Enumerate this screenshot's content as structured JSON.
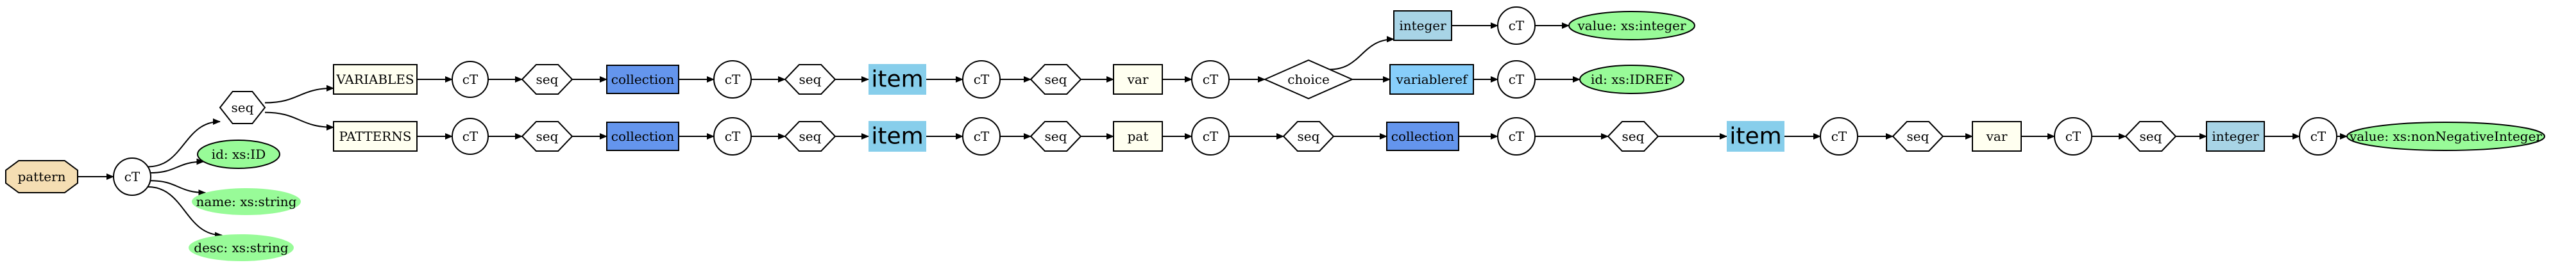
{
  "colors": {
    "pattern": "#f5deb3",
    "ellipse_fill": "#ffffff",
    "hex_fill": "#ffffff",
    "box_light": "#fffff0",
    "collection": "#6495ed",
    "item": "#87ceeb",
    "integer": "#a8d4e6",
    "variableref": "#87cefa",
    "attr": "#98fb98"
  },
  "nodes": [
    {
      "id": "pattern",
      "shape": "octagon",
      "label": "pattern",
      "fill": "pattern"
    },
    {
      "id": "ct0",
      "shape": "ellipse",
      "label": "cT"
    },
    {
      "id": "seq0",
      "shape": "hexagon",
      "label": "seq"
    },
    {
      "id": "a_id",
      "shape": "attr",
      "label": "id: xs:ID"
    },
    {
      "id": "a_name",
      "shape": "attr-bare",
      "label": "name: xs:string"
    },
    {
      "id": "a_desc",
      "shape": "attr-bare",
      "label": "desc: xs:string"
    },
    {
      "id": "vars",
      "shape": "box",
      "label": "VARIABLES",
      "fill": "box_light"
    },
    {
      "id": "v_ct1",
      "shape": "ellipse",
      "label": "cT"
    },
    {
      "id": "v_seq1",
      "shape": "hexagon",
      "label": "seq"
    },
    {
      "id": "v_coll",
      "shape": "box",
      "label": "collection",
      "fill": "collection"
    },
    {
      "id": "v_ct2",
      "shape": "ellipse",
      "label": "cT"
    },
    {
      "id": "v_seq2",
      "shape": "hexagon",
      "label": "seq"
    },
    {
      "id": "v_item",
      "shape": "item",
      "label": "item",
      "fill": "item"
    },
    {
      "id": "v_ct3",
      "shape": "ellipse",
      "label": "cT"
    },
    {
      "id": "v_seq3",
      "shape": "hexagon",
      "label": "seq"
    },
    {
      "id": "v_var",
      "shape": "box",
      "label": "var",
      "fill": "box_light"
    },
    {
      "id": "v_ct4",
      "shape": "ellipse",
      "label": "cT"
    },
    {
      "id": "v_choice",
      "shape": "diamond",
      "label": "choice"
    },
    {
      "id": "v_int",
      "shape": "box",
      "label": "integer",
      "fill": "integer"
    },
    {
      "id": "v_ct5",
      "shape": "ellipse",
      "label": "cT"
    },
    {
      "id": "v_val",
      "shape": "attr",
      "label": "value: xs:integer"
    },
    {
      "id": "v_vref",
      "shape": "box",
      "label": "variableref",
      "fill": "variableref"
    },
    {
      "id": "v_ct6",
      "shape": "ellipse",
      "label": "cT"
    },
    {
      "id": "v_idref",
      "shape": "attr",
      "label": "id: xs:IDREF"
    },
    {
      "id": "pats",
      "shape": "box",
      "label": "PATTERNS",
      "fill": "box_light"
    },
    {
      "id": "p_ct1",
      "shape": "ellipse",
      "label": "cT"
    },
    {
      "id": "p_seq1",
      "shape": "hexagon",
      "label": "seq"
    },
    {
      "id": "p_coll",
      "shape": "box",
      "label": "collection",
      "fill": "collection"
    },
    {
      "id": "p_ct2",
      "shape": "ellipse",
      "label": "cT"
    },
    {
      "id": "p_seq2",
      "shape": "hexagon",
      "label": "seq"
    },
    {
      "id": "p_item",
      "shape": "item",
      "label": "item",
      "fill": "item"
    },
    {
      "id": "p_ct3",
      "shape": "ellipse",
      "label": "cT"
    },
    {
      "id": "p_seq3",
      "shape": "hexagon",
      "label": "seq"
    },
    {
      "id": "p_pat",
      "shape": "box",
      "label": "pat",
      "fill": "box_light"
    },
    {
      "id": "p_ct4",
      "shape": "ellipse",
      "label": "cT"
    },
    {
      "id": "p_seq4",
      "shape": "hexagon",
      "label": "seq"
    },
    {
      "id": "p_coll2",
      "shape": "box",
      "label": "collection",
      "fill": "collection"
    },
    {
      "id": "p_ct5",
      "shape": "ellipse",
      "label": "cT"
    },
    {
      "id": "p_seq5",
      "shape": "hexagon",
      "label": "seq"
    },
    {
      "id": "p_item2",
      "shape": "item",
      "label": "item",
      "fill": "item"
    },
    {
      "id": "p_ct6",
      "shape": "ellipse",
      "label": "cT"
    },
    {
      "id": "p_seq6",
      "shape": "hexagon",
      "label": "seq"
    },
    {
      "id": "p_var",
      "shape": "box",
      "label": "var",
      "fill": "box_light"
    },
    {
      "id": "p_ct7",
      "shape": "ellipse",
      "label": "cT"
    },
    {
      "id": "p_seq7",
      "shape": "hexagon",
      "label": "seq"
    },
    {
      "id": "p_int",
      "shape": "box",
      "label": "integer",
      "fill": "integer"
    },
    {
      "id": "p_ct8",
      "shape": "ellipse",
      "label": "cT"
    },
    {
      "id": "p_val",
      "shape": "attr",
      "label": "value: xs:nonNegativeInteger"
    }
  ],
  "edges": [
    [
      "pattern",
      "ct0"
    ],
    [
      "ct0",
      "seq0"
    ],
    [
      "ct0",
      "a_id"
    ],
    [
      "ct0",
      "a_name"
    ],
    [
      "ct0",
      "a_desc"
    ],
    [
      "seq0",
      "vars"
    ],
    [
      "seq0",
      "pats"
    ],
    [
      "vars",
      "v_ct1"
    ],
    [
      "v_ct1",
      "v_seq1"
    ],
    [
      "v_seq1",
      "v_coll"
    ],
    [
      "v_coll",
      "v_ct2"
    ],
    [
      "v_ct2",
      "v_seq2"
    ],
    [
      "v_seq2",
      "v_item"
    ],
    [
      "v_item",
      "v_ct3"
    ],
    [
      "v_ct3",
      "v_seq3"
    ],
    [
      "v_seq3",
      "v_var"
    ],
    [
      "v_var",
      "v_ct4"
    ],
    [
      "v_ct4",
      "v_choice"
    ],
    [
      "v_choice",
      "v_int"
    ],
    [
      "v_choice",
      "v_vref"
    ],
    [
      "v_int",
      "v_ct5"
    ],
    [
      "v_ct5",
      "v_val"
    ],
    [
      "v_vref",
      "v_ct6"
    ],
    [
      "v_ct6",
      "v_idref"
    ],
    [
      "pats",
      "p_ct1"
    ],
    [
      "p_ct1",
      "p_seq1"
    ],
    [
      "p_seq1",
      "p_coll"
    ],
    [
      "p_coll",
      "p_ct2"
    ],
    [
      "p_ct2",
      "p_seq2"
    ],
    [
      "p_seq2",
      "p_item"
    ],
    [
      "p_item",
      "p_ct3"
    ],
    [
      "p_ct3",
      "p_seq3"
    ],
    [
      "p_seq3",
      "p_pat"
    ],
    [
      "p_pat",
      "p_ct4"
    ],
    [
      "p_ct4",
      "p_seq4"
    ],
    [
      "p_seq4",
      "p_coll2"
    ],
    [
      "p_coll2",
      "p_ct5"
    ],
    [
      "p_ct5",
      "p_seq5"
    ],
    [
      "p_seq5",
      "p_item2"
    ],
    [
      "p_item2",
      "p_ct6"
    ],
    [
      "p_ct6",
      "p_seq6"
    ],
    [
      "p_seq6",
      "p_var"
    ],
    [
      "p_var",
      "p_ct7"
    ],
    [
      "p_ct7",
      "p_seq7"
    ],
    [
      "p_seq7",
      "p_int"
    ],
    [
      "p_int",
      "p_ct8"
    ],
    [
      "p_ct8",
      "p_val"
    ]
  ]
}
